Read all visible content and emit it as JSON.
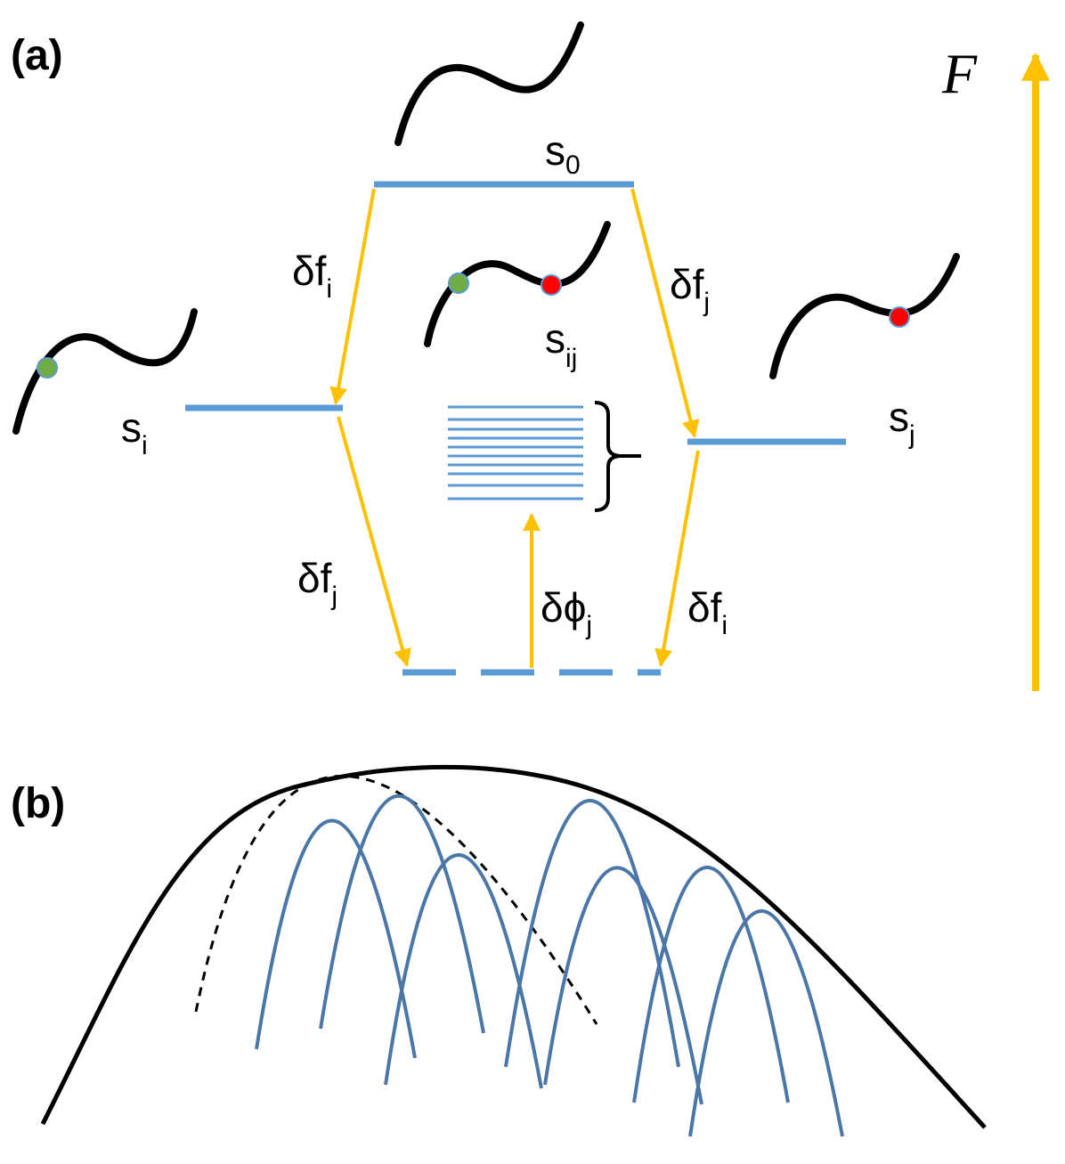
{
  "panels": {
    "a": {
      "label": "(a)",
      "axis_label": "F",
      "states": {
        "s0": {
          "base": "s",
          "sub": "0"
        },
        "si": {
          "base": "s",
          "sub": "i"
        },
        "sj": {
          "base": "s",
          "sub": "j"
        },
        "sij": {
          "base": "s",
          "sub": "ij"
        }
      },
      "transitions": {
        "s0_to_si": {
          "base": "δf",
          "sub": "i"
        },
        "s0_to_sj": {
          "base": "δf",
          "sub": "j"
        },
        "si_to_bottom": {
          "base": "δf",
          "sub": "j"
        },
        "sj_to_bottom": {
          "base": "δf",
          "sub": "i"
        },
        "bottom_to_sij": {
          "base": "δϕ",
          "sub": "j"
        }
      },
      "colors": {
        "level": "#5b9bd5",
        "arrow": "#ffc000",
        "site_green": "#70ad47",
        "site_red": "#ff0000"
      }
    },
    "b": {
      "label": "(b)",
      "colors": {
        "envelope": "#000000",
        "landscapes": "#4a76a8"
      }
    }
  }
}
